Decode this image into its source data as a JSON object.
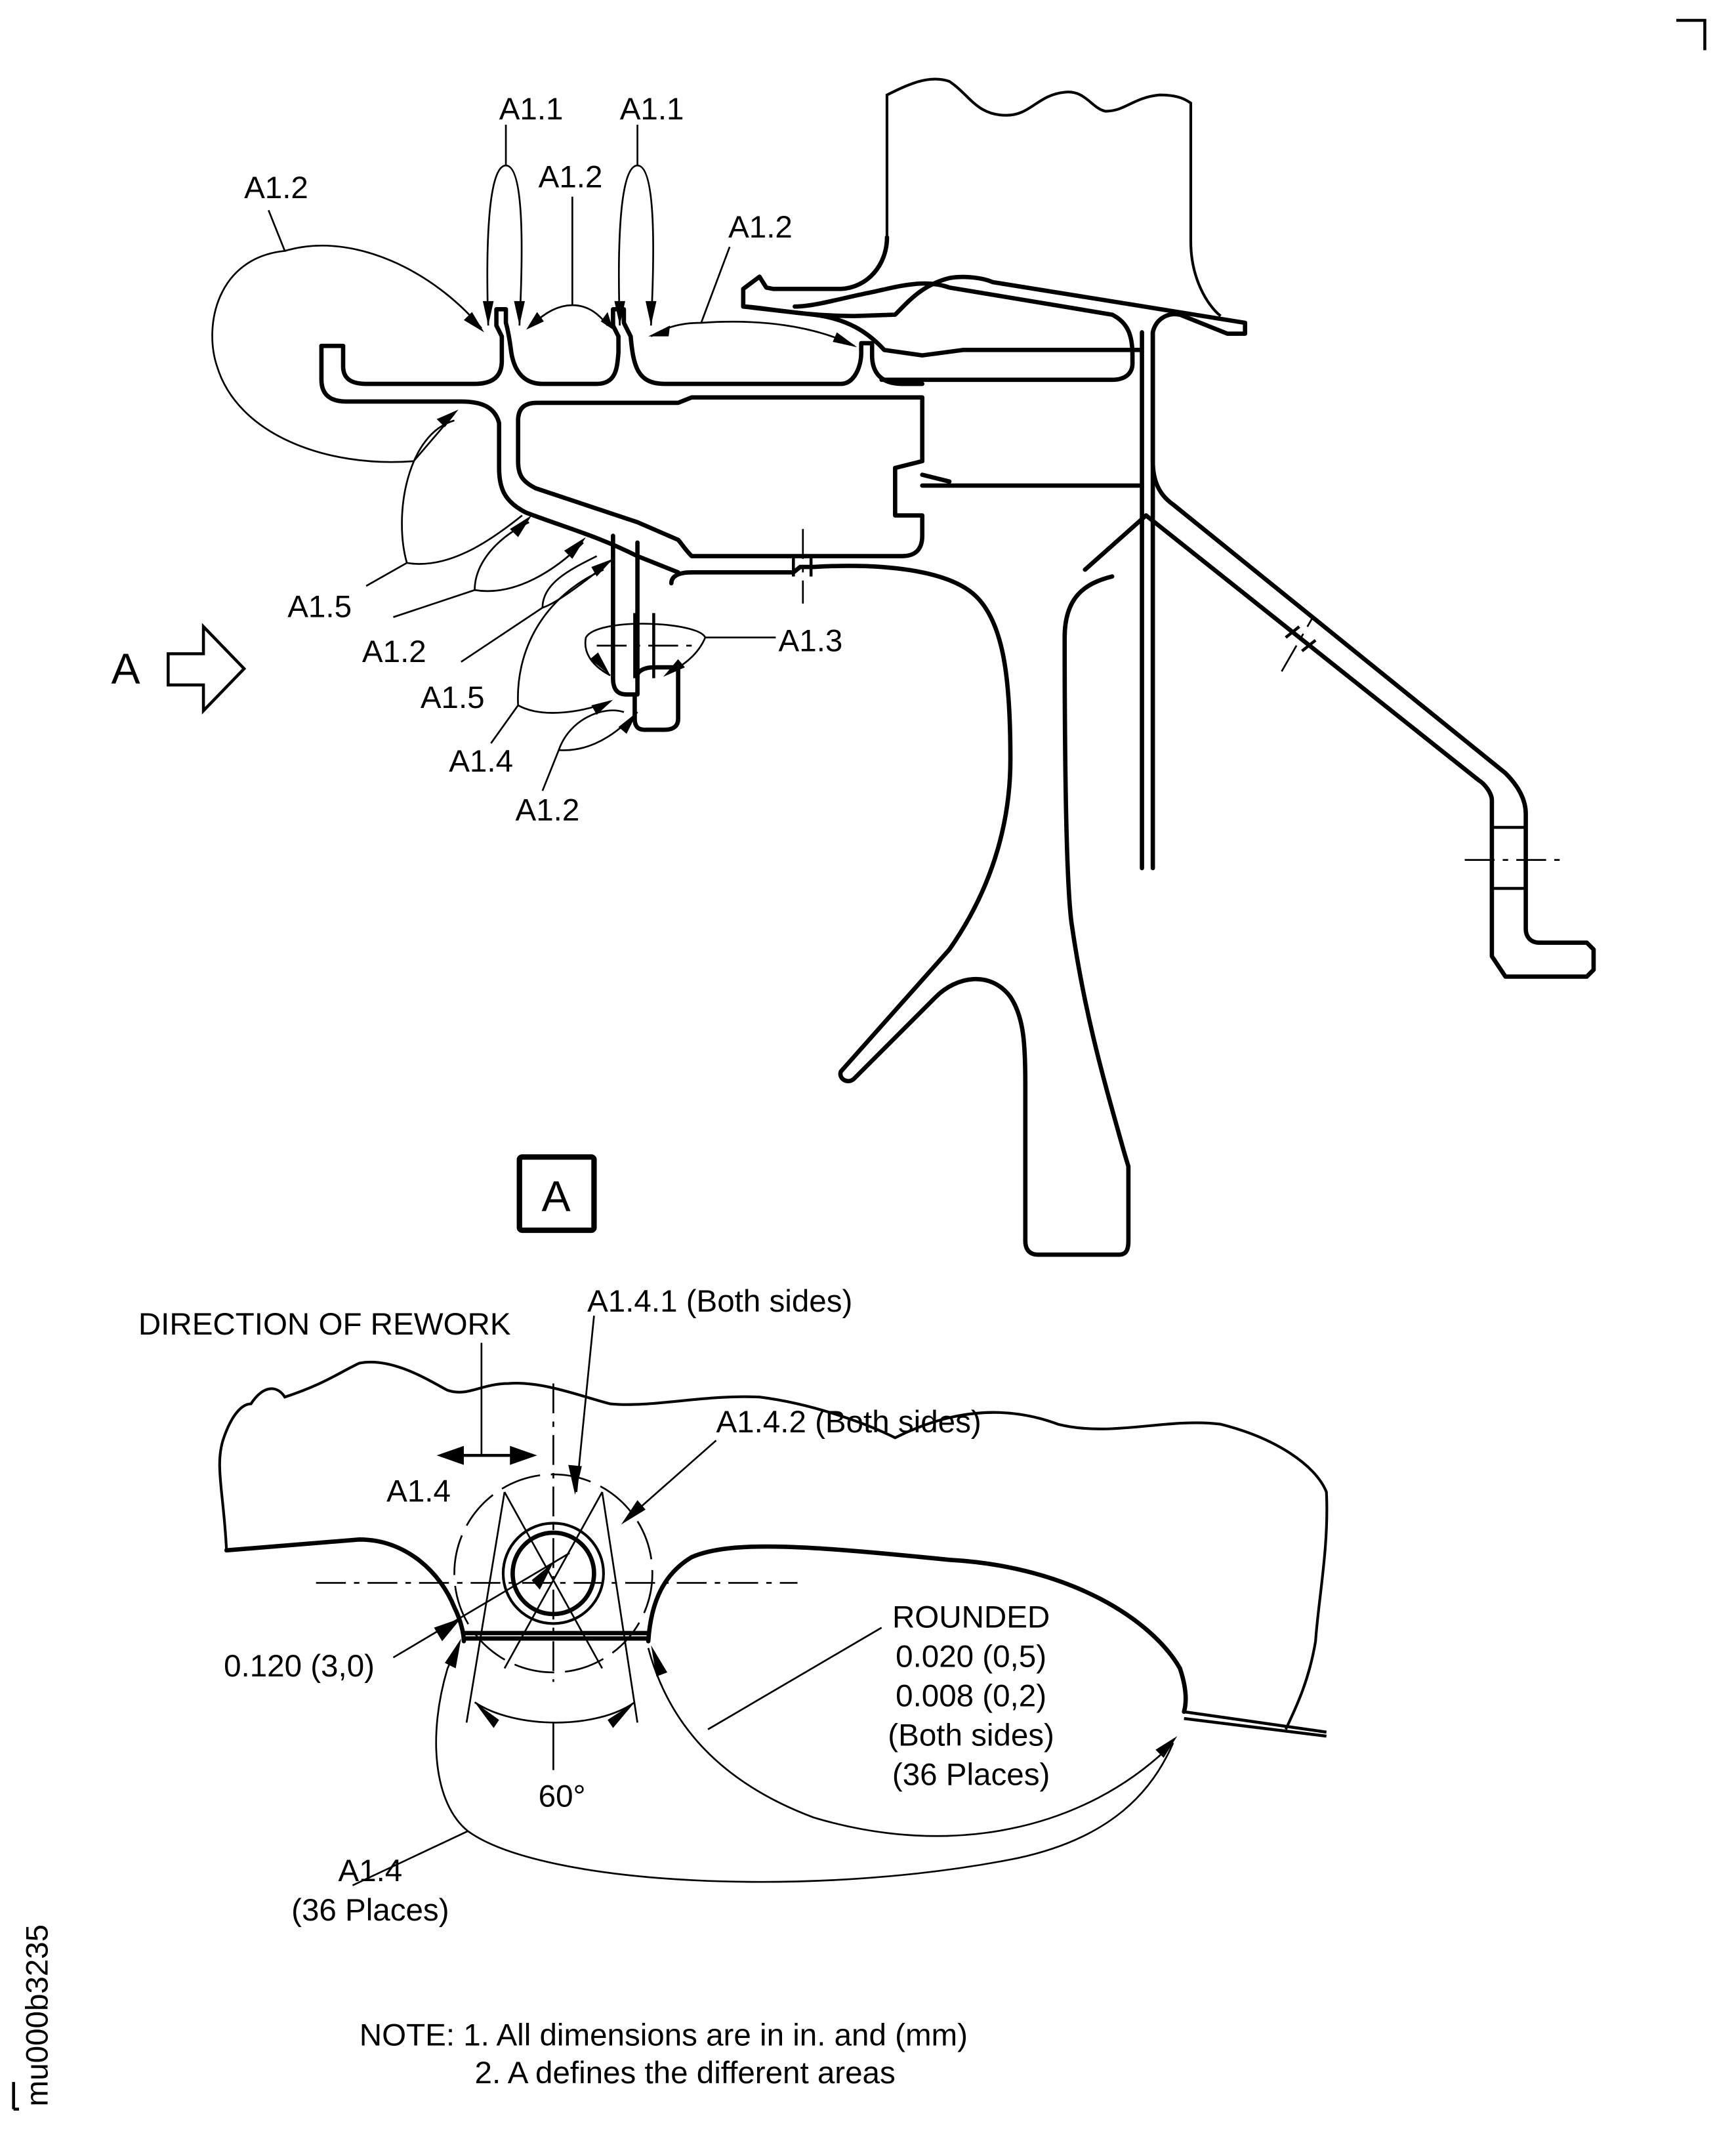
{
  "figure_id": "mu000b3235",
  "view_a": {
    "arrow_label": "A",
    "callouts": [
      {
        "id": "a11-left",
        "label": "A1.1"
      },
      {
        "id": "a11-right",
        "label": "A1.1"
      },
      {
        "id": "a12-center",
        "label": "A1.2"
      },
      {
        "id": "a12-topleft",
        "label": "A1.2"
      },
      {
        "id": "a12-right",
        "label": "A1.2"
      },
      {
        "id": "a15-upper",
        "label": "A1.5"
      },
      {
        "id": "a12-mid",
        "label": "A1.2"
      },
      {
        "id": "a15-lower",
        "label": "A1.5"
      },
      {
        "id": "a13",
        "label": "A1.3"
      },
      {
        "id": "a14",
        "label": "A1.4"
      },
      {
        "id": "a12-bottom",
        "label": "A1.2"
      }
    ],
    "section_box_label": "A"
  },
  "detail": {
    "direction_of_rework": "DIRECTION OF REWORK",
    "a141": "A1.4.1 (Both sides)",
    "a142": "A1.4.2 (Both sides)",
    "a14_label": "A1.4",
    "radius_dim": "0.120 (3,0)",
    "angle_dim": "60°",
    "rounded": {
      "title": "ROUNDED",
      "line1": "0.020 (0,5)",
      "line2": "0.008 (0,2)",
      "line3": "(Both sides)",
      "line4": "(36 Places)"
    },
    "a14_places": {
      "line1": "A1.4",
      "line2": "(36 Places)"
    }
  },
  "notes": {
    "line1": "NOTE: 1. All dimensions are in in. and (mm)",
    "line2": "2. A defines the different areas"
  }
}
